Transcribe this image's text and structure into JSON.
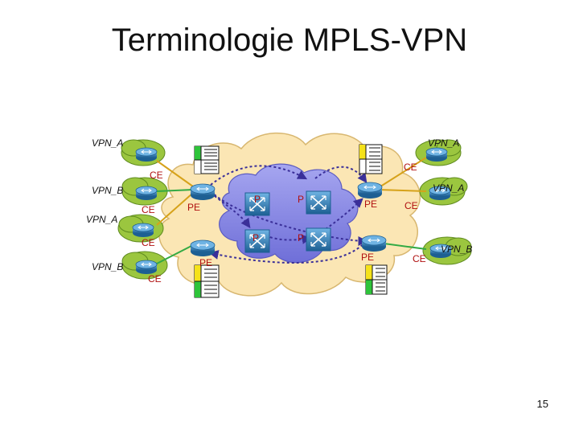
{
  "title": "Terminologie MPLS-VPN",
  "slide_number": "15",
  "labels": {
    "vpn_a": "VPN_A",
    "vpn_b": "VPN_B",
    "ce": "CE",
    "pe": "PE",
    "p": "P"
  },
  "colors": {
    "provider_cloud": "#fbe6b4",
    "core_cloud": "#8c8ce6",
    "customer_cloud": "#9bc63f",
    "router": "#2f79b0",
    "vpn_a_link": "#d6a21a",
    "vpn_b_link": "#33aa44",
    "lsp_path": "#3a2f99",
    "label_red": "#b01010",
    "vrf_yellow": "#f5e21a",
    "vrf_green": "#2ec43a"
  },
  "icons": [
    "cloud-icon",
    "router-icon",
    "label-switch-router-icon",
    "vrf-table-icon"
  ]
}
